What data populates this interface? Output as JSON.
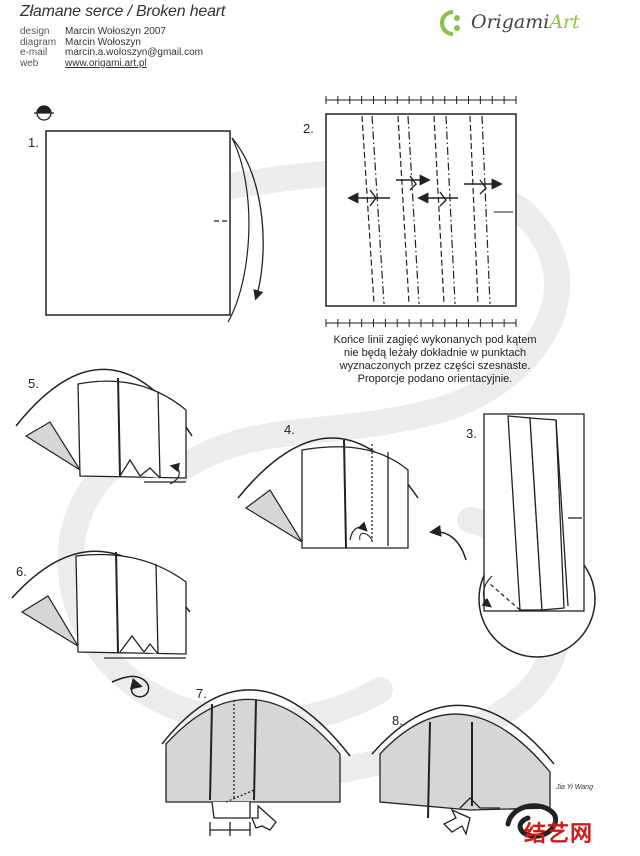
{
  "header": {
    "title": "Złamane serce / Broken heart",
    "meta": [
      {
        "key": "design",
        "value": "Marcin Wołoszyn 2007"
      },
      {
        "key": "diagram",
        "value": "Marcin Wołoszyn"
      },
      {
        "key": "e-mail",
        "value": "marcin.a.woloszyn@gmail.com"
      },
      {
        "key": "web",
        "value": "www.origami.art.pl"
      }
    ],
    "brand": {
      "main": "Origami",
      "accent": "Art"
    }
  },
  "steps": [
    "1.",
    "2.",
    "3.",
    "4.",
    "5.",
    "6.",
    "7.",
    "8."
  ],
  "note": [
    "Końce linii zagięć wykonanych pod kątem",
    "nie będą leżały dokładnie w punktach",
    "wyznaczonych przez części szesnaste.",
    "Proporcje podano orientacyjnie."
  ],
  "signature": {
    "script": "Jia Yi Wang",
    "mark": "结艺网"
  },
  "colors": {
    "accent": "#8ac043",
    "line": "#222222",
    "shade": "#d6d6d6",
    "swirl": "#e9e9e9",
    "stamp": "#d21a1a"
  }
}
